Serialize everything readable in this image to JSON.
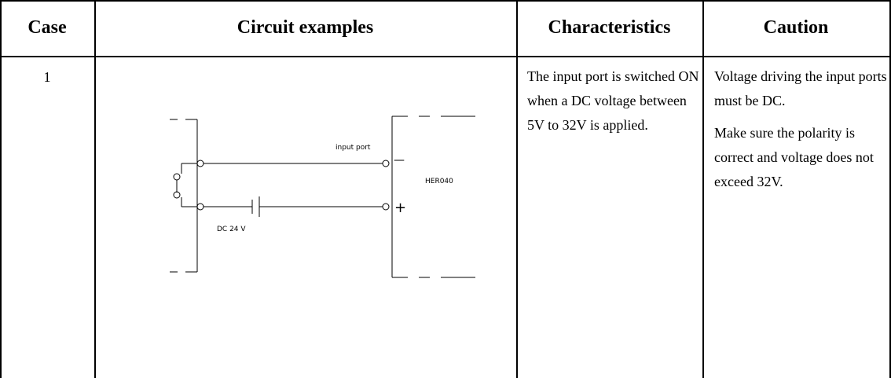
{
  "table": {
    "headers": {
      "case": "Case",
      "circuit": "Circuit examples",
      "characteristics": "Characteristics",
      "caution": "Caution"
    },
    "rows": [
      {
        "case": "1",
        "circuit": {
          "input_port_label": "input port",
          "device_label": "HER040",
          "voltage_label": "DC 24 V",
          "minus_symbol": "—",
          "plus_symbol": "+"
        },
        "characteristics": "The input port is switched ON when a DC voltage between 5V to 32V is applied.",
        "caution": [
          "Voltage driving the input ports must be DC.",
          "Make sure the polarity is correct and voltage does not exceed 32V."
        ]
      }
    ]
  }
}
